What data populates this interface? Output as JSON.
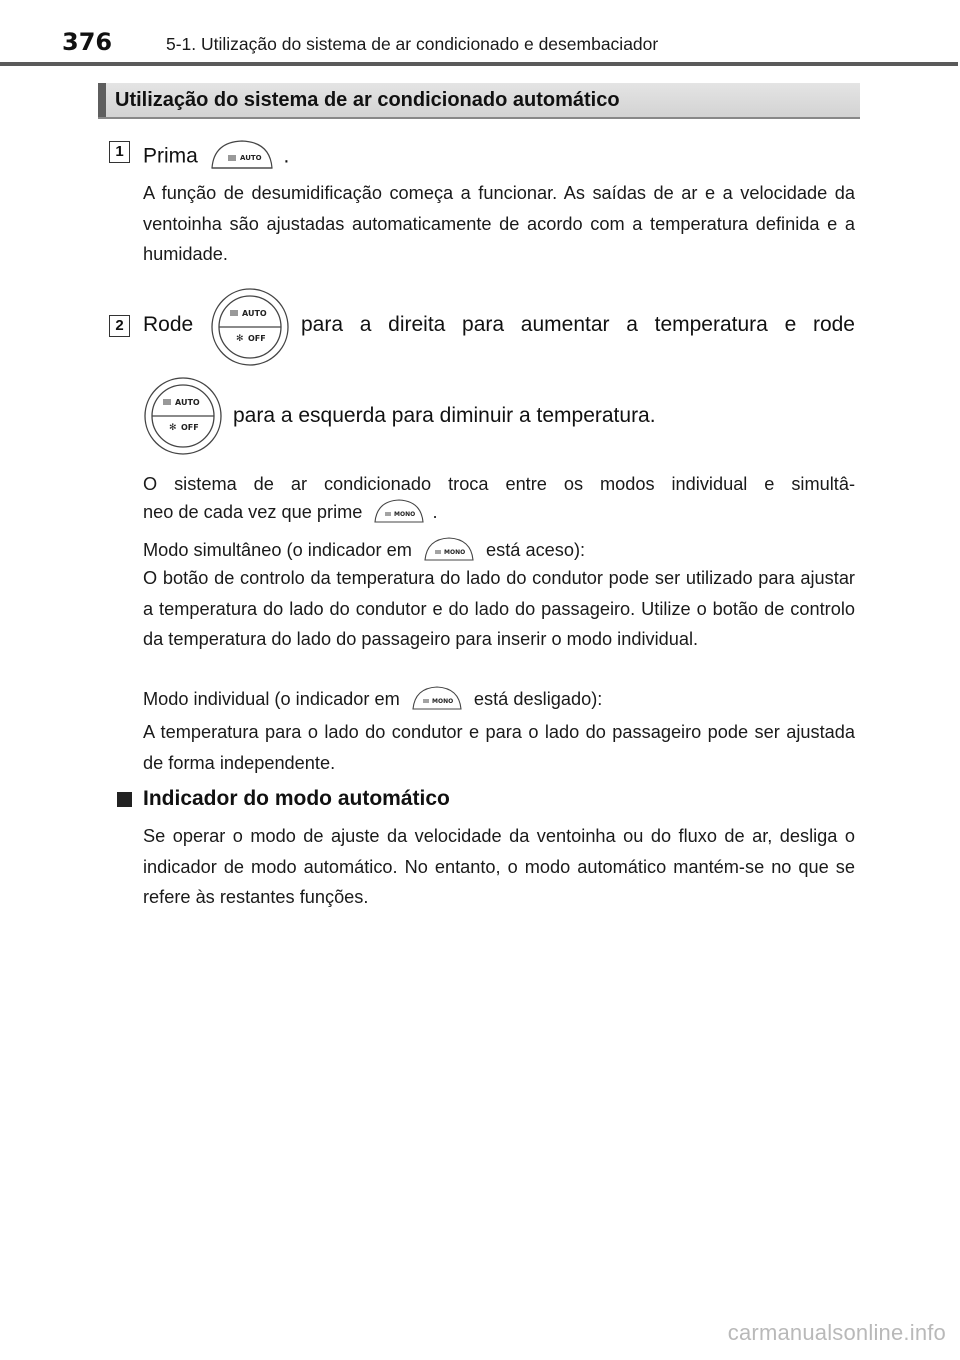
{
  "header": {
    "page_number": "376",
    "chapter_title": "5-1. Utilização do sistema de ar condicionado e desembaciador"
  },
  "section": {
    "title": "Utilização do sistema de ar condicionado automático"
  },
  "steps": [
    {
      "number": "1",
      "prefix": "Prima",
      "suffix": ".",
      "button_label": "AUTO",
      "description": "A função de desumidificação começa a funcionar. As saídas de ar e a velocidade da ventoinha são ajustadas automaticamente de acordo com a temperatura definida e a humidade."
    },
    {
      "number": "2",
      "prefix": "Rode",
      "mid_text": "para a direita para aumentar a temperatura e rode",
      "end_text": "para a esquerda para diminuir a temperatura.",
      "dial_top_label": "AUTO",
      "dial_bottom_label": "OFF"
    }
  ],
  "body": {
    "mono_intro_before": "O sistema de ar condicionado troca entre os modos individual e simultâ-",
    "mono_intro_after": "neo de cada vez que prime",
    "mono_intro_end": ".",
    "mono_button_label": "MONO",
    "sim_mode_before": "Modo simultâneo (o indicador em",
    "sim_mode_after": "está aceso):",
    "sim_mode_text": "O botão de controlo da temperatura do lado do condutor pode ser utilizado para ajustar a temperatura do lado do condutor e do lado do passageiro. Utilize o botão de controlo da temperatura do lado do passageiro para inserir o modo individual.",
    "ind_mode_before": "Modo individual (o indicador em",
    "ind_mode_after": "está desligado):",
    "ind_mode_text": "A temperatura para o lado do condutor e para o lado do passageiro pode ser ajustada de forma independente."
  },
  "auto_indicator": {
    "title": "Indicador do modo automático",
    "text": "Se operar o modo de ajuste da velocidade da ventoinha ou do fluxo de ar, desliga o indicador de modo automático. No entanto, o modo automático mantém-se no que se refere às restantes funções."
  },
  "watermark": "carmanualsonline.info",
  "colors": {
    "heading_bg": "#d9d9d9",
    "heading_bar": "#5e5e5e",
    "header_rule": "#5a5a5a",
    "text": "#1a1a1a",
    "watermark": "#b9b9b9"
  },
  "icons": [
    "auto-button-icon",
    "temperature-dial-icon",
    "mono-button-icon"
  ]
}
